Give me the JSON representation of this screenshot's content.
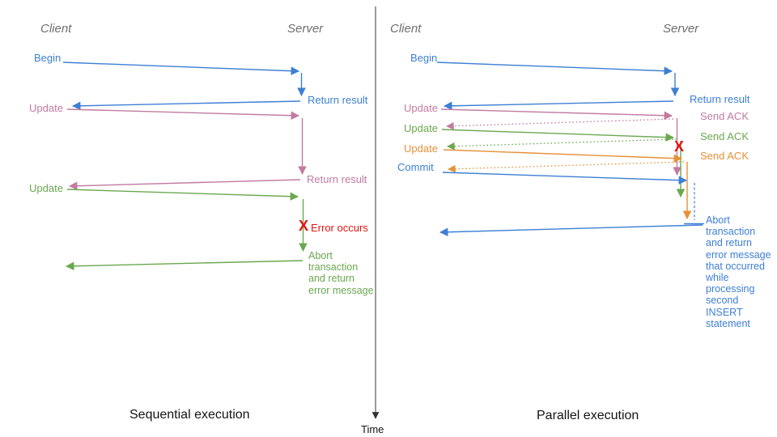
{
  "colors": {
    "blue": "#3d7fd4",
    "pink": "#c27ba0",
    "green": "#6aa84f",
    "orange": "#e69138",
    "red": "#e31212",
    "header_gray": "#6e6e6e",
    "axis_black": "#333333"
  },
  "time_axis": {
    "label": "Time"
  },
  "sequential": {
    "caption": "Sequential execution",
    "client_header": "Client",
    "server_header": "Server",
    "begin": "Begin",
    "return_result_1": "Return result",
    "update_1": "Update",
    "return_result_2": "Return result",
    "update_2": "Update",
    "error_mark": "X",
    "error_label": "Error occurs",
    "abort_note": "Abort\ntransaction\nand return\nerror message"
  },
  "parallel": {
    "caption": "Parallel execution",
    "client_header": "Client",
    "server_header": "Server",
    "begin": "Begin",
    "return_result": "Return result",
    "update_1": "Update",
    "send_ack_1": "Send ACK",
    "update_2": "Update",
    "send_ack_2": "Send ACK",
    "update_3": "Update",
    "send_ack_3": "Send ACK",
    "commit": "Commit",
    "error_mark": "X",
    "abort_note": "Abort\ntransaction\nand return\nerror message\nthat occurred\nwhile\nprocessing\nsecond\nINSERT\nstatement"
  }
}
